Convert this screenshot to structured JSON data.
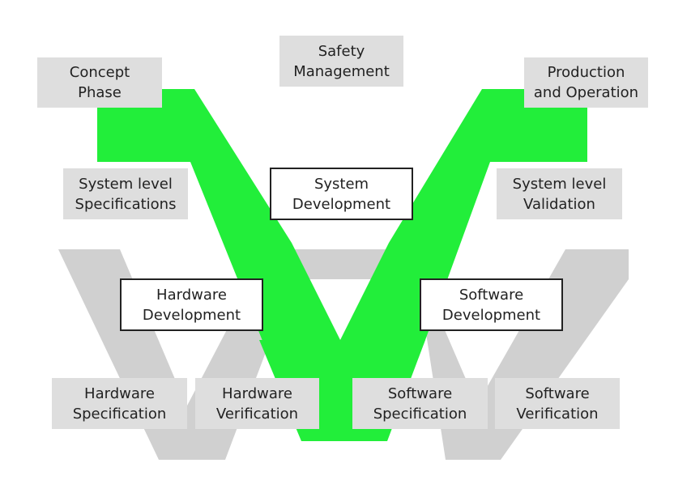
{
  "colors": {
    "system_v": "#22ee3a",
    "domain_w": "#d0d0d0",
    "phase_box": "#dedede",
    "dev_box_border": "#222222",
    "text": "#222222"
  },
  "boxes": {
    "safety_management": {
      "line1": "Safety",
      "line2": "Management"
    },
    "concept_phase": {
      "line1": "Concept",
      "line2": "Phase"
    },
    "production_operation": {
      "line1": "Production",
      "line2": "and Operation"
    },
    "system_level_specifications": {
      "line1": "System level",
      "line2": "Specifications"
    },
    "system_development": {
      "line1": "System",
      "line2": "Development"
    },
    "system_level_validation": {
      "line1": "System level",
      "line2": "Validation"
    },
    "hardware_development": {
      "line1": "Hardware",
      "line2": "Development"
    },
    "software_development": {
      "line1": "Software",
      "line2": "Development"
    },
    "hardware_specification": {
      "line1": "Hardware",
      "line2": "Specification"
    },
    "hardware_verification": {
      "line1": "Hardware",
      "line2": "Verification"
    },
    "software_specification": {
      "line1": "Software",
      "line2": "Specification"
    },
    "software_verification": {
      "line1": "Software",
      "line2": "Verification"
    }
  }
}
